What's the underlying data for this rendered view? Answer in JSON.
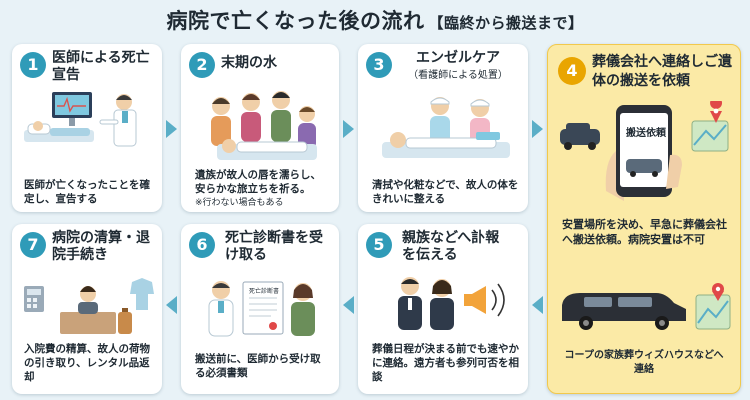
{
  "title": {
    "main": "病院で亡くなった後の流れ",
    "sub": "【臨終から搬送まで】"
  },
  "steps": [
    {
      "number": "1",
      "title": "医師による死亡宣告",
      "subtitle": "",
      "description": "医師が亡くなったことを確定し、宣告する",
      "note": ""
    },
    {
      "number": "2",
      "title": "末期の水",
      "subtitle": "",
      "description": "遺族が故人の唇を濡らし、安らかな旅立ちを祈る。",
      "note": "※行わない場合もある"
    },
    {
      "number": "3",
      "title": "エンゼルケア",
      "subtitle": "（看護師による処置）",
      "description": "清拭や化粧などで、故人の体をきれいに整える",
      "note": ""
    },
    {
      "number": "4",
      "title": "葬儀会社へ連絡しご遺体の搬送を依頼",
      "subtitle": "",
      "description": "安置場所を決め、早急に葬儀会社へ搬送依頼。病院安置は不可",
      "note": "",
      "phone_text": "搬送依頼",
      "footer": "コープの家族葬ウィズハウスなどへ連絡"
    },
    {
      "number": "5",
      "title": "親族などへ訃報を伝える",
      "subtitle": "",
      "description": "葬儀日程が決まる前でも速やかに連絡。遠方者も参列可否を相談",
      "note": ""
    },
    {
      "number": "6",
      "title": "死亡診断書を受け取る",
      "subtitle": "",
      "description": "搬送前に、医師から受け取る必須書類",
      "note": "",
      "doc_text": "死亡診断書"
    },
    {
      "number": "7",
      "title": "病院の清算・退院手続き",
      "subtitle": "",
      "description": "入院費の精算、故人の荷物の引き取り、レンタル品返却",
      "note": ""
    }
  ],
  "colors": {
    "background": "#e8f2f7",
    "accent": "#2f9bb8",
    "highlight": "#fbeaa6",
    "highlight_number": "#e9a500",
    "arrow": "#5aaec7"
  }
}
